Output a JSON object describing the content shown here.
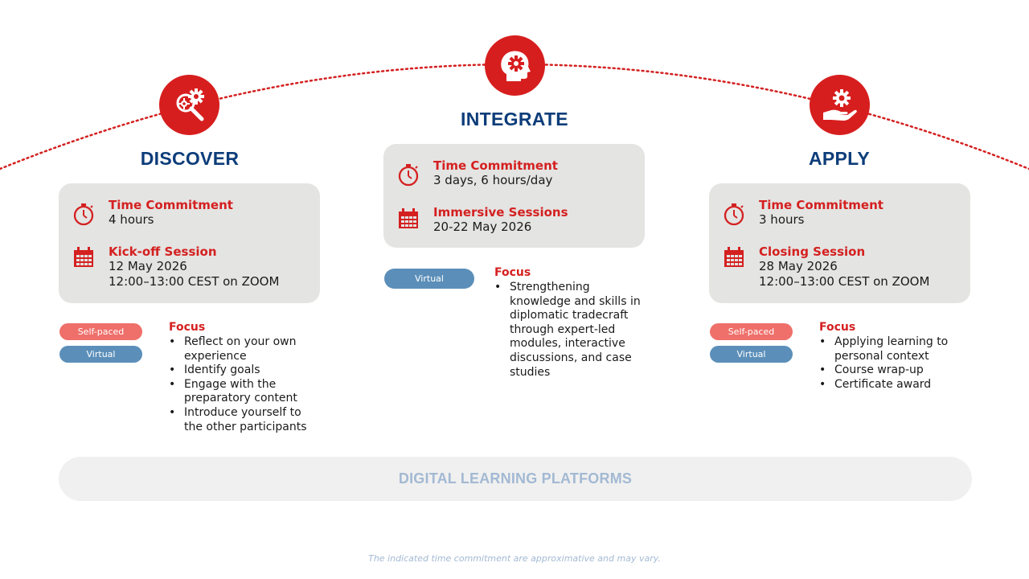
{
  "phases": [
    {
      "title": "DISCOVER",
      "icon": "magnifier-gears-icon",
      "time_label": "Time Commitment",
      "time_value": "4 hours",
      "session_label": "Kick-off Session",
      "session_date": "12 May 2026",
      "session_time": "12:00–13:00 CEST on ZOOM",
      "pills": [
        "Self-paced",
        "Virtual"
      ],
      "focus_title": "Focus",
      "focus_items": [
        "Reflect on your own experience",
        "Identify goals",
        "Engage with the preparatory content",
        "Introduce yourself to the other participants"
      ]
    },
    {
      "title": "INTEGRATE",
      "icon": "head-gear-icon",
      "time_label": "Time Commitment",
      "time_value": "3 days, 6 hours/day",
      "session_label": "Immersive Sessions",
      "session_date": "20-22 May 2026",
      "pills": [
        "Virtual"
      ],
      "focus_title": "Focus",
      "focus_items": [
        "Strengthening knowledge and skills in diplomatic tradecraft through expert-led modules, interactive discussions, and case studies"
      ]
    },
    {
      "title": "APPLY",
      "icon": "hand-gear-icon",
      "time_label": "Time Commitment",
      "time_value": "3 hours",
      "session_label": "Closing Session",
      "session_date": "28 May 2026",
      "session_time": "12:00–13:00 CEST on ZOOM",
      "pills": [
        "Self-paced",
        "Virtual"
      ],
      "focus_title": "Focus",
      "focus_items": [
        "Applying learning to personal context",
        "Course wrap-up",
        "Certificate award"
      ]
    }
  ],
  "platforms_label": "DIGITAL LEARNING PLATFORMS",
  "footnote": "The indicated time commitment are approximative and may vary.",
  "colors": {
    "accent_red": "#d71e1e",
    "title_blue": "#0d3d7a",
    "pill_red": "#ef6f6a",
    "pill_blue": "#5b8fb9",
    "box_gray": "#e4e4e2",
    "muted_blue": "#a3b9d3"
  }
}
